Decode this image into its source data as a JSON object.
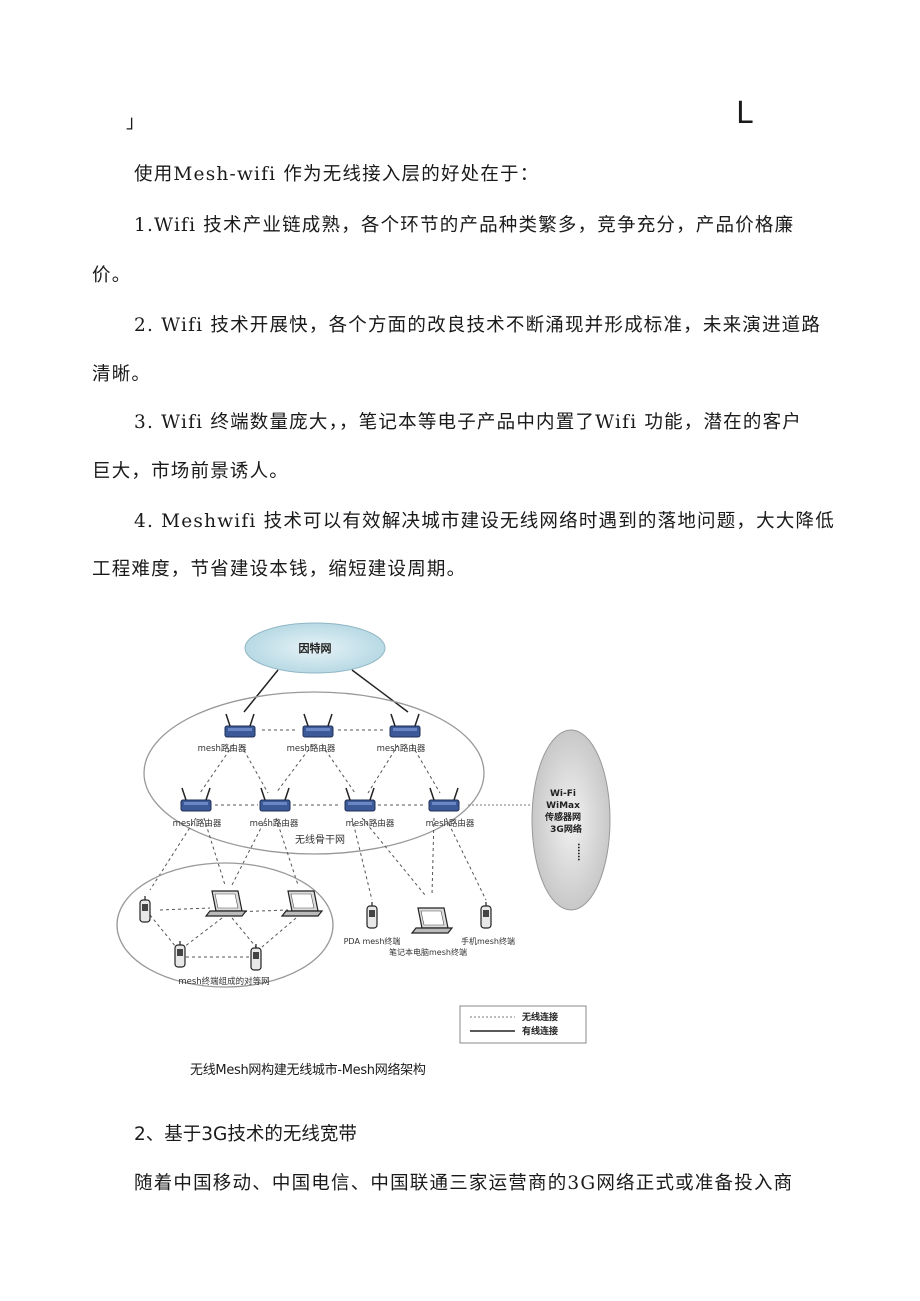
{
  "corner_marks": {
    "left": "」",
    "right": "L"
  },
  "intro": "使用Mesh-wifi 作为无线接入层的好处在于：",
  "points": [
    {
      "line1": "1.Wifi 技术产业链成熟，各个环节的产品种类繁多，竞争充分，产品价格廉",
      "line2": "价。"
    },
    {
      "line1": "2. Wifi 技术开展快，各个方面的改良技术不断涌现并形成标准，未来演进道路",
      "line2": "清晰。"
    },
    {
      "line1": "3. Wifi 终端数量庞大，，笔记本等电子产品中内置了Wifi 功能，潜在的客户",
      "line2": "巨大，市场前景诱人。"
    },
    {
      "line1": "4. Meshwifi 技术可以有效解决城市建设无线网络时遇到的落地问题，大大降低",
      "line2": "工程难度，节省建设本钱，缩短建设周期。"
    }
  ],
  "diagram": {
    "internet_label": "因特网",
    "router_label": "mesh路由器",
    "backbone_label": "无线骨干网",
    "access_labels": [
      "Wi-Fi",
      "WiMax",
      "传感器网",
      "3G网络",
      "……"
    ],
    "terminal_labels": {
      "pda": "PDA mesh终端",
      "laptop": "笔记本电脑mesh终端",
      "phone": "手机mesh终端"
    },
    "peer_label": "mesh终端组成的对等网",
    "legend": {
      "wireless": "无线连接",
      "wired": "有线连接"
    }
  },
  "caption": "无线Mesh网构建无线城市-Mesh网络架构",
  "section_title": "2、基于3G技术的无线宽带",
  "last_paragraph": "随着中国移动、中国电信、中国联通三家运营商的3G网络正式或准备投入商"
}
